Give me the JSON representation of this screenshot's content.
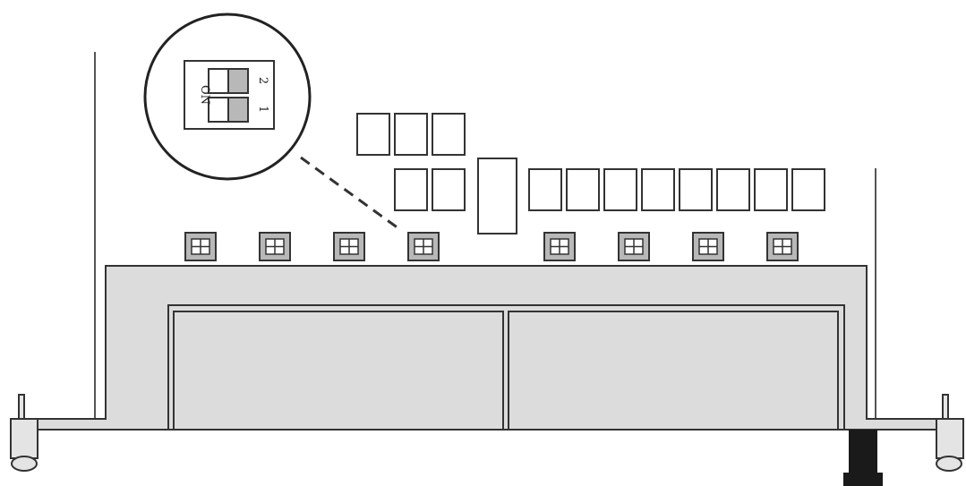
{
  "diagram": {
    "callout": {
      "on_label": "ON",
      "switch_1_label": "1",
      "switch_2_label": "2"
    },
    "dip_switch_count": 8,
    "colors": {
      "outline": "#333333",
      "panel_fill": "#dcdcdc",
      "switch_fill": "#b8b8b8",
      "background": "#ffffff",
      "connector": "#1a1a1a"
    }
  }
}
